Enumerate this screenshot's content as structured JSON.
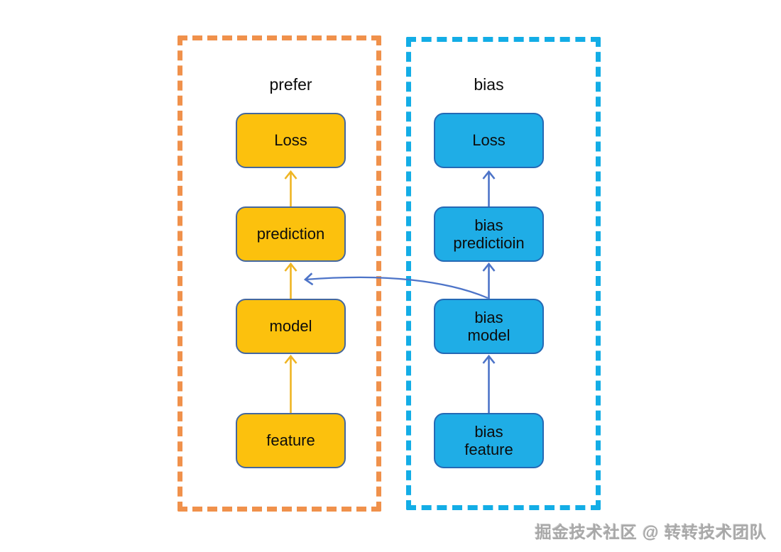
{
  "diagram": {
    "groups": {
      "prefer": {
        "label": "prefer",
        "nodes": {
          "loss": "Loss",
          "prediction": "prediction",
          "model": "model",
          "feature": "feature"
        }
      },
      "bias": {
        "label": "bias",
        "nodes": {
          "loss": "Loss",
          "prediction": "bias\npredictioin",
          "model": "bias\nmodel",
          "feature": "bias\nfeature"
        }
      }
    },
    "connections": {
      "prefer_chain": "feature → model → prediction → Loss",
      "bias_chain": "bias feature → bias model → bias predictioin → Loss",
      "cross_link": "bias model → prediction"
    },
    "colors": {
      "prefer_frame": "#F0914B",
      "prefer_node_fill": "#FCC10D",
      "prefer_node_stroke": "#44679E",
      "prefer_arrow": "#EFB523",
      "bias_frame": "#13ADE6",
      "bias_node_fill": "#1FADE6",
      "bias_node_stroke": "#2569B5",
      "bias_arrow": "#4D74C8",
      "background": "#FFFFFF",
      "text": "#0C0C0C"
    }
  },
  "watermark": "掘金技术社区 @ 转转技术团队"
}
